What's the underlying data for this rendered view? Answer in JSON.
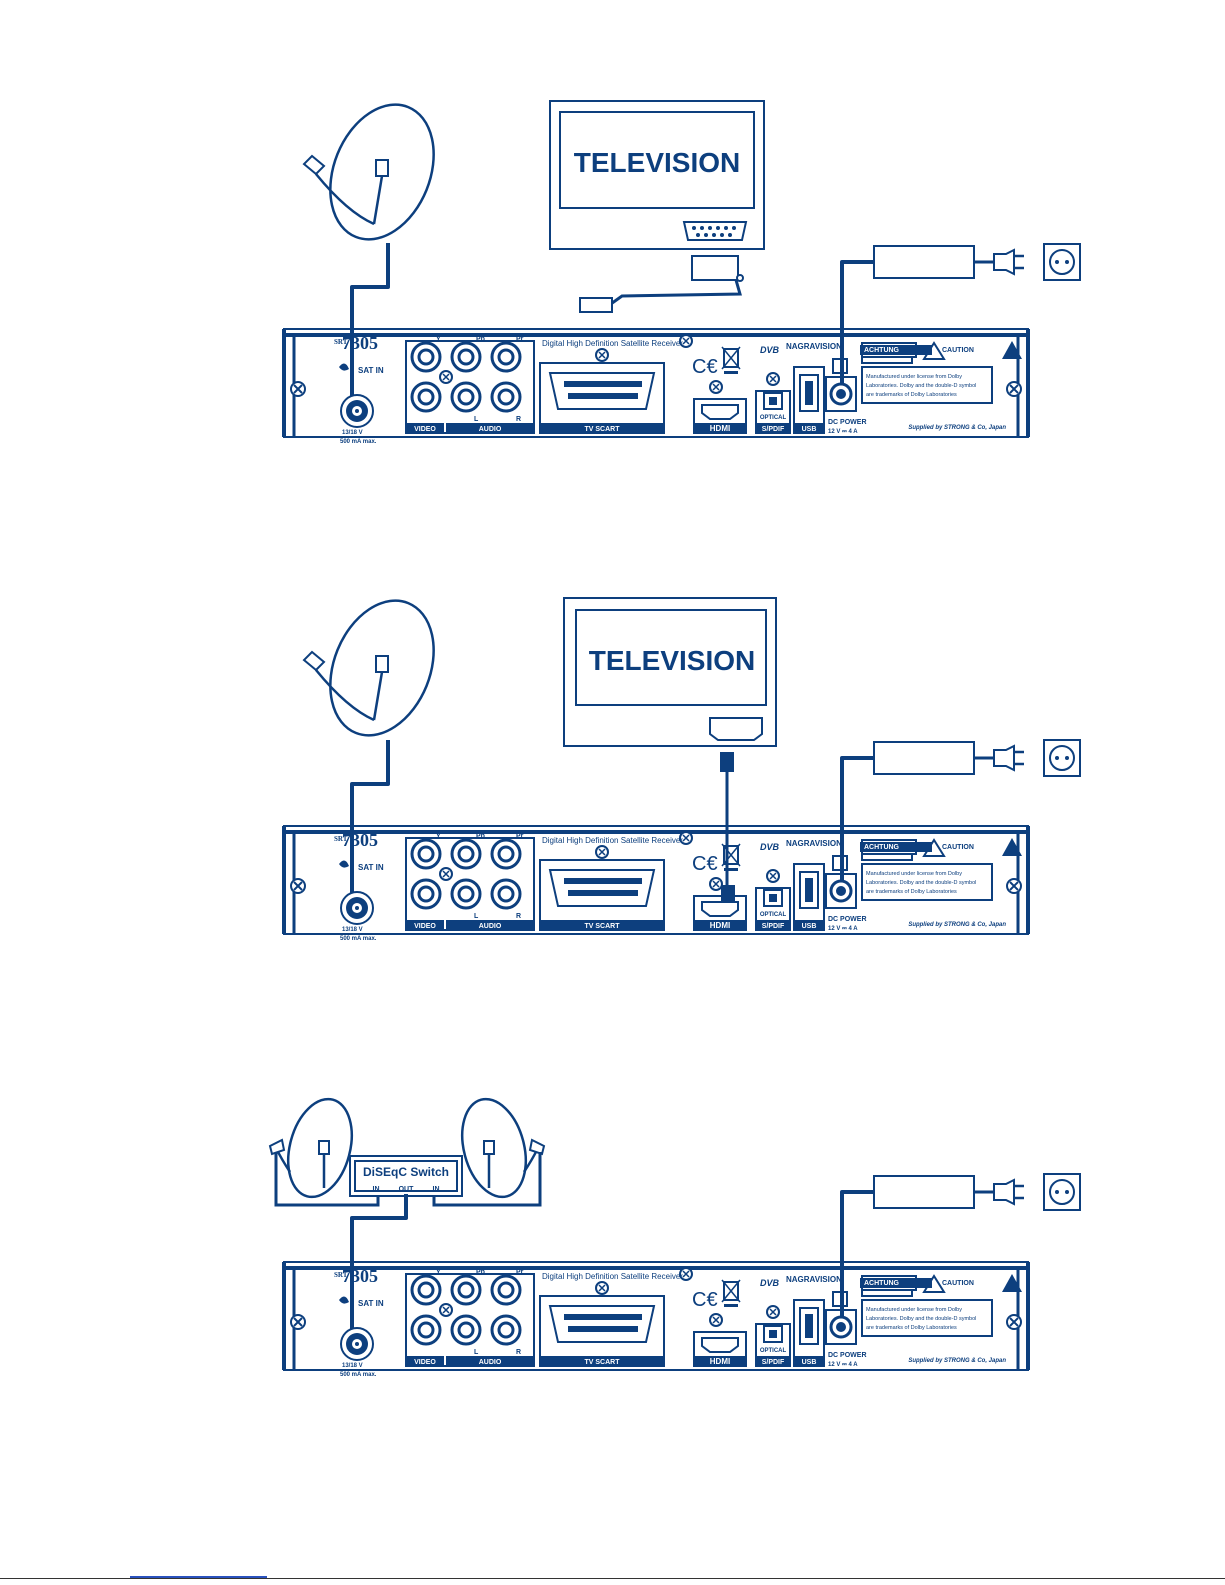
{
  "television_label": "TELEVISION",
  "diseqc": {
    "title": "DiSEqC Switch",
    "in_left": "IN",
    "out": "OUT",
    "in_right": "IN"
  },
  "receiver": {
    "model_prefix": "SRT",
    "model_number": "7305",
    "sat_in": "SAT IN",
    "lnb_voltage": "13/18 V",
    "lnb_current": "500 mA max.",
    "component_labels": [
      "Y",
      "Pb",
      "Pr"
    ],
    "audio_lr": [
      "L",
      "R"
    ],
    "video": "VIDEO",
    "audio": "AUDIO",
    "product_title": "Digital High Definition Satellite Receiver",
    "tv_scart": "TV SCART",
    "hdmi": "HDMI",
    "optical": "OPTICAL",
    "spdif": "S/PDIF",
    "usb": "USB",
    "dc_power": "DC POWER",
    "dc_rating": "12 V ⎓ 4 A",
    "dvb": "DVB",
    "brand": "NAGRAVISION",
    "achtung": "ACHTUNG",
    "caution": "CAUTION",
    "dolby_notice": [
      "Manufactured under license from Dolby",
      "Laboratories. Dolby and the double-D symbol",
      "are trademarks of Dolby Laboratories"
    ],
    "supplied_by": "Supplied by STRONG & Co, Japan"
  },
  "colors": {
    "ink": "#0d3f7e"
  }
}
